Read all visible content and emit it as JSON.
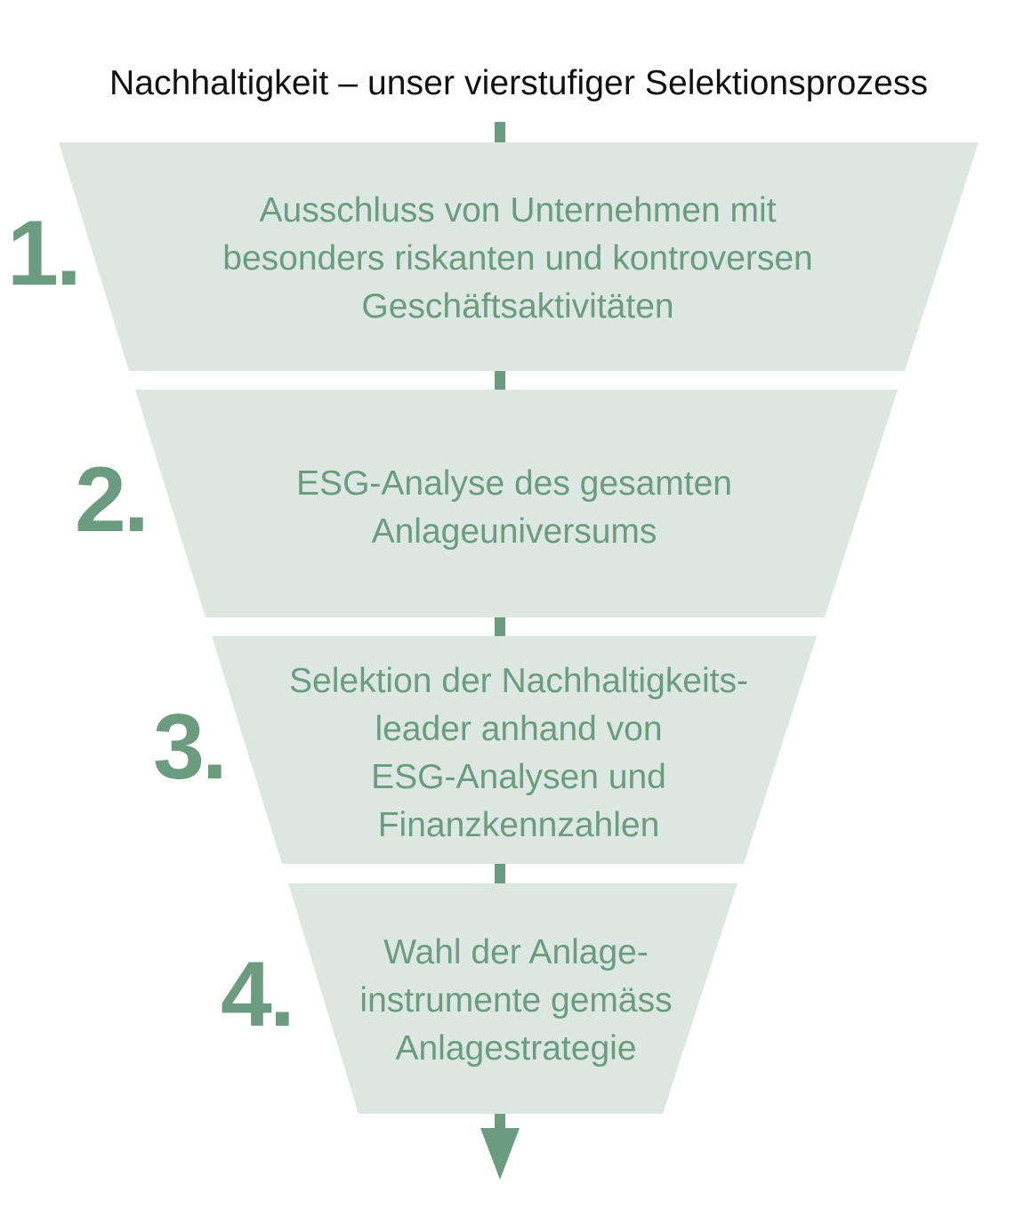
{
  "title": "Nachhaltigkeit – unser vierstufiger Selektionsprozess",
  "colors": {
    "stage_fill": "#dbe7e0",
    "accent": "#6b9c7f",
    "title_text": "#111111"
  },
  "stages": [
    {
      "number": "1.",
      "lines": [
        "Ausschluss von Unternehmen mit",
        "besonders riskanten und kontroversen",
        "Geschäftsaktivitäten"
      ]
    },
    {
      "number": "2.",
      "lines": [
        "ESG-Analyse des gesamten",
        "Anlageuniversums"
      ]
    },
    {
      "number": "3.",
      "lines": [
        "Selektion der Nachhaltigkeits-",
        "leader anhand von",
        "ESG-Analysen und",
        "Finanzkennzahlen"
      ]
    },
    {
      "number": "4.",
      "lines": [
        "Wahl der Anlage-",
        "instrumente gemäss",
        "Anlagestrategie"
      ]
    }
  ]
}
